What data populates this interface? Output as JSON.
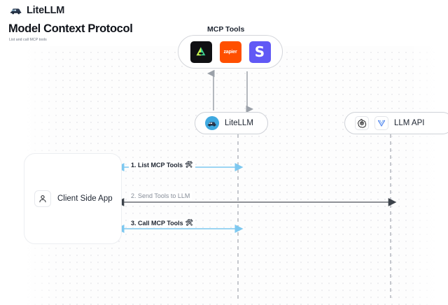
{
  "header": {
    "brand": "LiteLLM",
    "logo_icon": "litellm-car-icon",
    "title": "Model Context Protocol",
    "subtitle": "List and call MCP tools"
  },
  "diagram": {
    "mcp_group": {
      "label": "MCP Tools",
      "tools": [
        {
          "name": "supabase",
          "icon": "supabase-triangle-icon",
          "text": "",
          "bg": "#101013",
          "fg": "#3ecf8e"
        },
        {
          "name": "zapier",
          "icon": "zapier-icon",
          "text": "zapier",
          "bg": "#ff4f00",
          "fg": "#ffffff"
        },
        {
          "name": "stripe",
          "icon": "stripe-s-icon",
          "text": "S",
          "bg": "#6159f5",
          "fg": "#ffffff"
        }
      ]
    },
    "nodes": [
      {
        "id": "litellm",
        "label": "LiteLLM",
        "icons": [
          "litellm-car-icon"
        ]
      },
      {
        "id": "llm-api",
        "label": "LLM API",
        "icons": [
          "openai-icon",
          "vertex-ai-icon"
        ]
      }
    ],
    "client": {
      "label": "Client Side App",
      "icon": "user-icon"
    },
    "flows": [
      {
        "id": "1",
        "label": "1. List MCP Tools",
        "emoji": "🛠",
        "color": "#7dc8f0",
        "style": "bidirectional"
      },
      {
        "id": "2",
        "label": "2. Send Tools to LLM",
        "emoji": "",
        "color": "#4b5159",
        "style": "bidirectional"
      },
      {
        "id": "3",
        "label": "3. Call MCP Tools",
        "emoji": "🛠",
        "color": "#7dc8f0",
        "style": "bidirectional"
      }
    ],
    "vertical_flows": [
      {
        "id": "tools-up",
        "direction": "up",
        "color": "#9ba1a9"
      },
      {
        "id": "tools-down",
        "direction": "down",
        "color": "#9ba1a9"
      }
    ]
  },
  "colors": {
    "accent_blue": "#7dc8f0",
    "arrow_dark": "#4b5159",
    "lifeline": "#b9bcc2",
    "canvas_dot": "#e9e9ed"
  }
}
